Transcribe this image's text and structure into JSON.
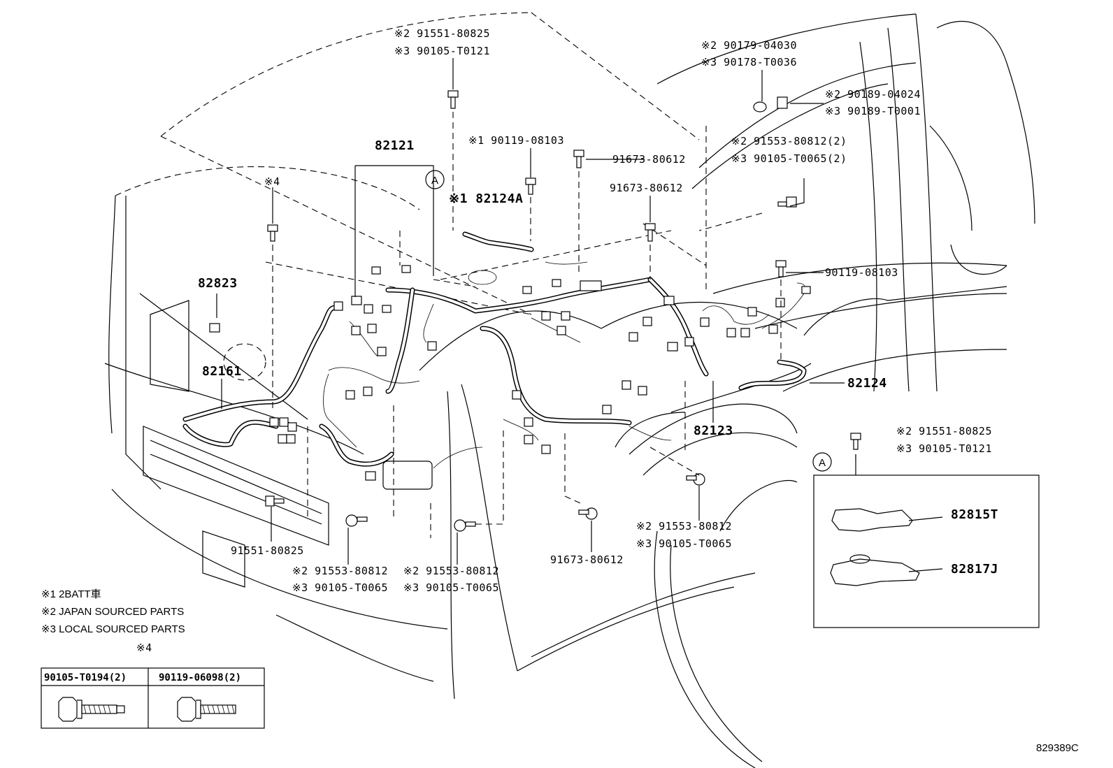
{
  "diagram_id": "829389C",
  "legend": {
    "note1": "※1 2BATT車",
    "note2": "※2 JAPAN SOURCED PARTS",
    "note3": "※3 LOCAL SOURCED PARTS"
  },
  "table": {
    "mark": "※4",
    "col1": "90105-T0194(2)",
    "col2": "90119-06098(2)"
  },
  "detail_mark": "A",
  "labels": {
    "l01": "※2 91551-80825",
    "l02": "※3 90105-T0121",
    "l03": "82121",
    "l04": "※1 90119-08103",
    "l05": "※1 82124A",
    "l06": "91673-80612",
    "l07": "91673-80612",
    "l08": "※2 90179-04030",
    "l09": "※3 90178-T0036",
    "l10": "※2 90189-04024",
    "l11": "※3 90189-T0001",
    "l12": "※2 91553-80812(2)",
    "l13": "※3 90105-T0065(2)",
    "l14": "※4",
    "l15": "82823",
    "l16": "82161",
    "l17": "90119-08103",
    "l18": "82124",
    "l19": "82123",
    "l20": "※2 91551-80825",
    "l21": "※3 90105-T0121",
    "l22": "82815T",
    "l23": "82817J",
    "l24": "91551-80825",
    "l25": "※2 91553-80812",
    "l26": "※3 90105-T0065",
    "l27": "※2 91553-80812",
    "l28": "※3 90105-T0065",
    "l29": "91673-80612",
    "l30": "※2 91553-80812",
    "l31": "※3 90105-T0065"
  }
}
